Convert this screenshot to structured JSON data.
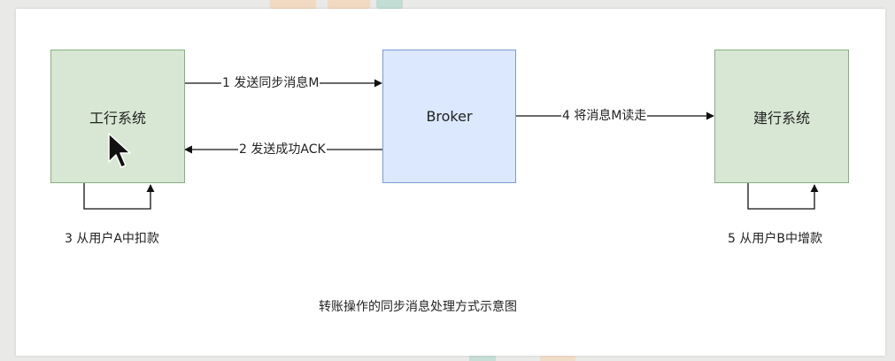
{
  "colors": {
    "green_fill": "#d7e7d3",
    "green_border": "#86b07e",
    "blue_fill": "#dbe8fd",
    "blue_border": "#7a9bd8",
    "line": "#111111",
    "deco_orange": "#f0c9a6",
    "deco_teal": "#a9cfc4"
  },
  "nodes": {
    "icbc": "工行系统",
    "broker": "Broker",
    "ccb": "建行系统"
  },
  "edges": {
    "send_sync": "1 发送同步消息M",
    "ack": "2 发送成功ACK",
    "deduct": "3 从用户A中扣款",
    "read": "4 将消息M读走",
    "add": "5 从用户B中增款"
  },
  "caption": "转账操作的同步消息处理方式示意图",
  "icons": {
    "cursor": "mouse-pointer-icon"
  }
}
